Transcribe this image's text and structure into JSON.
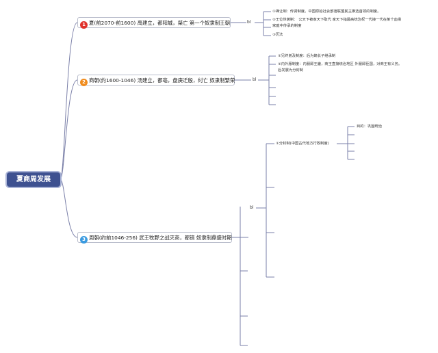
{
  "root": {
    "label": "夏商周发展"
  },
  "topics": [
    {
      "num": "1",
      "label": "夏(前2070-前1600) 禹建立，都阳城，桀亡 第一个奴隶制王朝",
      "branch_label": "bl"
    },
    {
      "num": "2",
      "label": "商朝(约1600-1046) 汤建立，都亳，盘庚迁殷，纣亡 奴隶制繁荣",
      "branch_label": "bl"
    },
    {
      "num": "3",
      "label": "周朝(约前1046-256) 武王牧野之战灭商，都镐 奴隶制鼎盛时期",
      "branch_label": "bl"
    }
  ],
  "xia_items": [
    "①禅让制：传贤制度。中国原始社会部落联盟民主推选首领的制度。",
    "②王位世袭制： 公天下被家天下取代 家天下指最高统治权一代接一代在某个血缘",
    "家庭中传承的制度",
    "③历法"
  ],
  "shang_items": [
    "①兄终弟及制度：后为嫡长子继承制",
    "②内外服制度：内服即王畿，商王直接统治地区 外服即臣国，对商王有义务。",
    "后发展为分封制"
  ],
  "zhou_items": [
    "①分封制(中国古代地方行政制度)"
  ],
  "fengjian_items": [
    "目的：巩固统治"
  ]
}
